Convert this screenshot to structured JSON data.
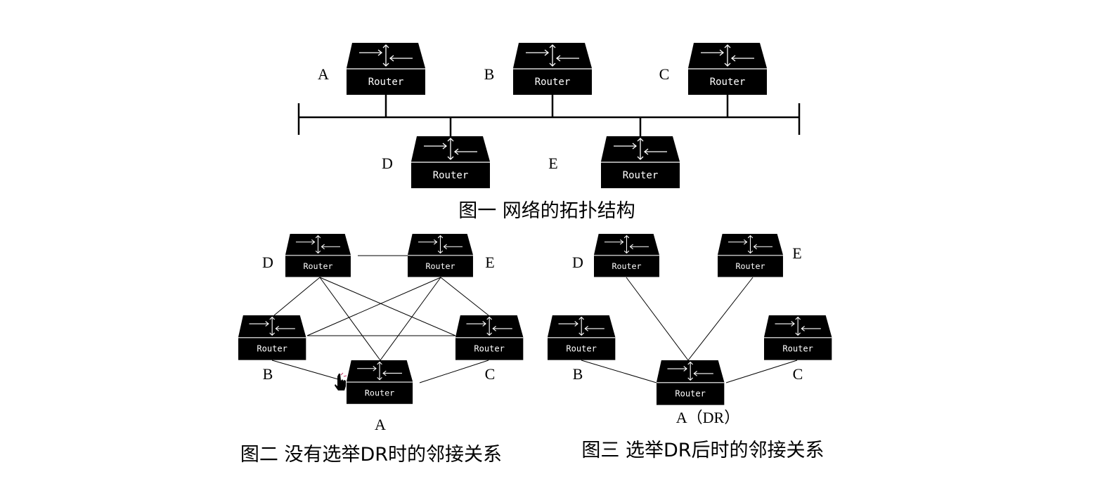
{
  "router_label": "Router",
  "colors": {
    "router_fill": "#000000",
    "router_glyph": "#ffffff",
    "lines": "#000000",
    "background": "#ffffff"
  },
  "figure1": {
    "caption": "图一 网络的拓扑结构",
    "labels": {
      "A": "A",
      "B": "B",
      "C": "C",
      "D": "D",
      "E": "E"
    }
  },
  "figure2": {
    "caption": "图二 没有选举DR时的邻接关系",
    "labels": {
      "A": "A",
      "B": "B",
      "C": "C",
      "D": "D",
      "E": "E"
    },
    "adjacencies": [
      [
        "D",
        "E"
      ],
      [
        "D",
        "B"
      ],
      [
        "D",
        "C"
      ],
      [
        "D",
        "A"
      ],
      [
        "E",
        "B"
      ],
      [
        "E",
        "C"
      ],
      [
        "E",
        "A"
      ],
      [
        "B",
        "C"
      ],
      [
        "B",
        "A"
      ],
      [
        "C",
        "A"
      ]
    ]
  },
  "figure3": {
    "caption": "图三 选举DR后时的邻接关系",
    "labels": {
      "A": "A（DR）",
      "B": "B",
      "C": "C",
      "D": "D",
      "E": "E"
    },
    "adjacencies": [
      [
        "D",
        "A"
      ],
      [
        "E",
        "A"
      ],
      [
        "B",
        "A"
      ],
      [
        "C",
        "A"
      ]
    ]
  }
}
